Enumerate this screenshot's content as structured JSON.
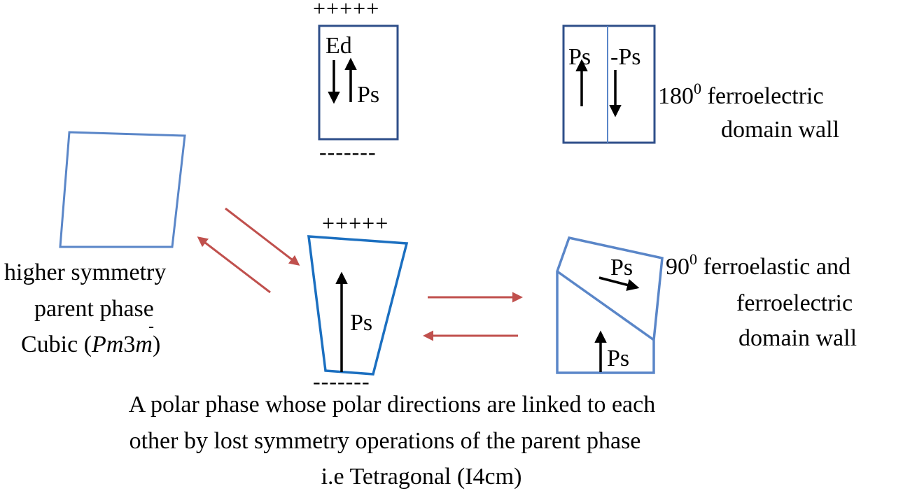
{
  "colors": {
    "box_dark": "#2f4f8a",
    "box_light": "#5a86c8",
    "box_blue": "#1b6fc0",
    "arrow_red": "#c0504d",
    "arrow_black": "#000000"
  },
  "top_left_box": {
    "charges_top": "+++++",
    "charges_bottom": "-------",
    "field_label": "Ed",
    "polarization_label": "Ps"
  },
  "top_right_box": {
    "left_label": "Ps",
    "right_label": "-Ps"
  },
  "label_180": {
    "degrees": "180",
    "superscript": "0",
    "line1_rest": " ferroelectric",
    "line2": "domain wall"
  },
  "cubic_label": {
    "line1": "higher symmetry",
    "line2": "parent phase",
    "line3_prefix": "Cubic (",
    "space_group_P": "P",
    "space_group_m1": "m",
    "space_group_3": "3",
    "space_group_bar": "-",
    "space_group_m2": "m",
    "line3_suffix": ")"
  },
  "tetragonal_box": {
    "charges_top": "+++++",
    "charges_bottom": "-------",
    "polarization_label": "Ps"
  },
  "domain_box": {
    "upper_label": "Ps",
    "lower_label": "Ps"
  },
  "label_90": {
    "degrees": "90",
    "superscript": "0",
    "line1_rest": "  ferroelastic and",
    "line2": "ferroelectric",
    "line3": "domain wall"
  },
  "caption": {
    "line1": "A polar phase whose polar directions are linked to each",
    "line2": "other by lost symmetry operations of the parent phase",
    "line3": "i.e Tetragonal (I4cm)"
  }
}
